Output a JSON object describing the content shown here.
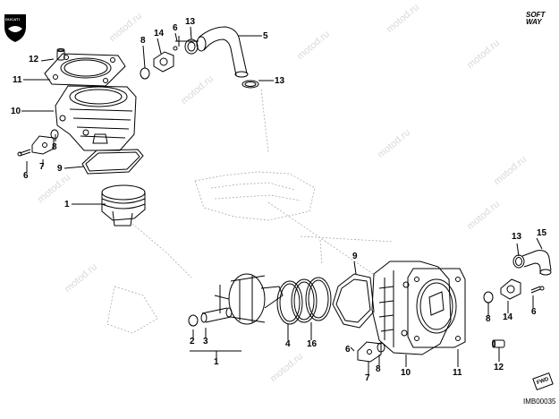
{
  "brand": {
    "logo_text": "DUCATI",
    "softway_line1": "SOFT",
    "softway_line2": "WAY"
  },
  "watermark": "motod.ru",
  "callouts": {
    "top": {
      "c1": "1",
      "c5": "5",
      "c6a": "6",
      "c6b": "6",
      "c7": "7",
      "c8a": "8",
      "c8b": "8",
      "c9": "9",
      "c10": "10",
      "c11": "11",
      "c12": "12",
      "c13a": "13",
      "c13b": "13",
      "c14": "14"
    },
    "bottom": {
      "c1": "1",
      "c2": "2",
      "c3": "3",
      "c4": "4",
      "c6": "6",
      "c7": "7",
      "c8a": "8",
      "c8b": "8",
      "c9": "9",
      "c10": "10",
      "c11": "11",
      "c12": "12",
      "c13": "13",
      "c14": "14",
      "c15": "15",
      "c16": "16"
    }
  },
  "fwd_label": "FWD",
  "image_code": "IMB00035"
}
